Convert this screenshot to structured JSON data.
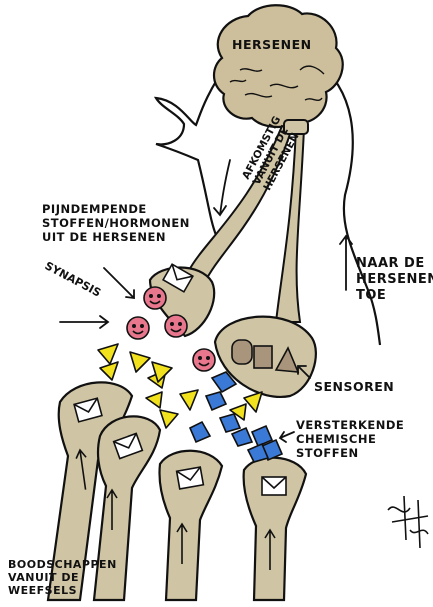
{
  "labels": {
    "brain": "HERSENEN",
    "descending_line1": "AFKOMSTIG",
    "descending_line2": "VANUIT DE",
    "descending_line3": "HERSENEN",
    "painkillers": "PIJNDEMPENDE\nSTOFFEN/HORMONEN\nUIT DE HERSENEN",
    "synapse": "SYNAPSIS",
    "to_brain": "NAAR DE\nHERSENEN\nTOE",
    "sensors": "SENSOREN",
    "amplifiers": "VERSTERKENDE\nCHEMISCHE\nSTOFFEN",
    "tissue_messages": "BOODSCHAPPEN\nVANUIT DE\nWEEFSELS"
  },
  "colors": {
    "nerve_fill": "#cfc4a4",
    "outline": "#111111",
    "brain_fill": "#cdbf9c",
    "pink_molecule": "#e8778d",
    "yellow_molecule": "#f2e21e",
    "blue_molecule": "#3a79d6",
    "cavity": "#a8957c"
  },
  "icons": [
    "envelope-icon",
    "arrow-up-icon",
    "smiley-molecule-icon",
    "signature-icon"
  ]
}
